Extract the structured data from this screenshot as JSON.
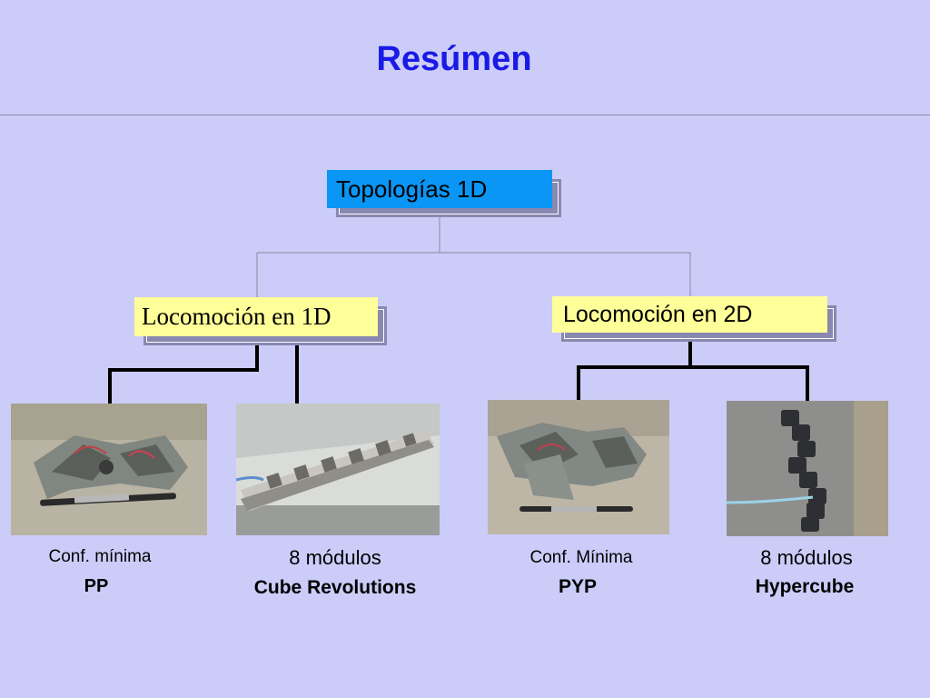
{
  "title": "Resúmen",
  "diagram": {
    "root": "Topologías 1D",
    "branch_left": "Locomoción en 1D",
    "branch_right": "Locomoción en 2D"
  },
  "leaves": [
    {
      "line1": "Conf. mínima",
      "line2": "PP"
    },
    {
      "line1": "8 módulos",
      "line2": "Cube Revolutions"
    },
    {
      "line1": "Conf. Mínima",
      "line2": "PYP"
    },
    {
      "line1": "8 módulos",
      "line2": "Hypercube"
    }
  ]
}
